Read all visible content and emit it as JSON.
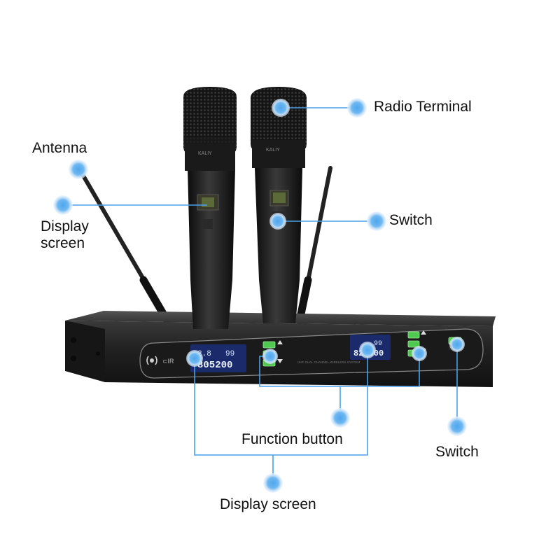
{
  "labels": {
    "antenna": "Antenna",
    "display_screen_top_line1": "Display",
    "display_screen_top_line2": "screen",
    "radio_terminal": "Radio Terminal",
    "switch_mic": "Switch",
    "function_button": "Function button",
    "switch_receiver": "Switch",
    "display_screen_bottom": "Display screen"
  },
  "receiver": {
    "ch_a_row1": "2.8",
    "ch_a_row1b": "99",
    "ch_a_row2": "805200",
    "ch_b_row1": "99",
    "ch_b_row2": "825300",
    "panel_text": "UHF DUAL CHANNEL WIRELESS SYSTEM"
  },
  "colors": {
    "callout_line": "#4a9fe8",
    "callout_dot": "#6fb8f0",
    "callout_dot_glow": "#cfe6fb",
    "body_dark": "#1c1c1c",
    "lcd_blue": "#1a2a6a",
    "lcd_text": "#d8e8ff",
    "green_button": "#4fc84f"
  }
}
